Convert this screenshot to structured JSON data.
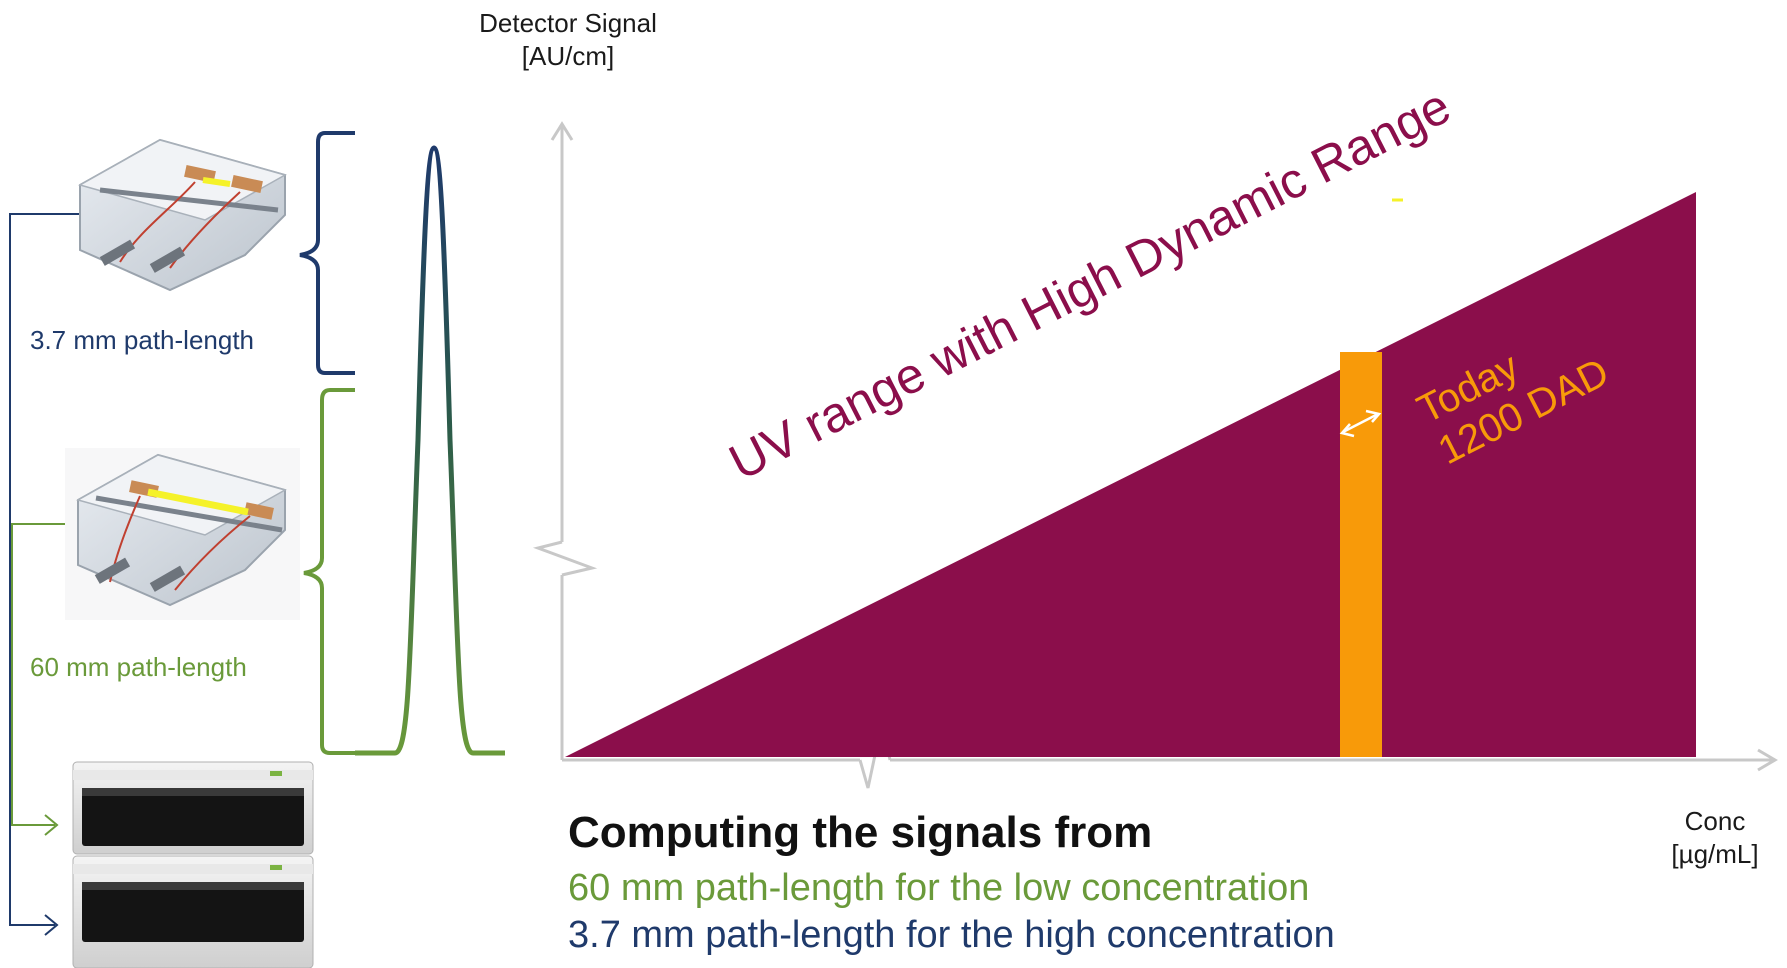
{
  "axes": {
    "y_title": "Detector Signal\n[AU/cm]",
    "x_title": "Conc\n[µg/mL]"
  },
  "flow_cells": [
    {
      "label": "3.7 mm path-length",
      "color": "#1f3a6b"
    },
    {
      "label": "60 mm path-length",
      "color": "#6a9a3a"
    }
  ],
  "range_area": {
    "label": "UV range with High Dynamic Range",
    "color": "#8b0e4b"
  },
  "today_band": {
    "line1": "Today",
    "line2": "1200 DAD",
    "color": "#f89a09"
  },
  "caption": {
    "title": "Computing the signals from",
    "line1": "60 mm path-length for the low concentration",
    "line1_color": "#6a9a3a",
    "line2": "3.7 mm path-length for the high concentration",
    "line2_color": "#1f3a6b"
  },
  "icons": [
    "flow-cell-icon",
    "flow-cell-icon",
    "detector-stack-icon",
    "double-arrow-icon"
  ]
}
